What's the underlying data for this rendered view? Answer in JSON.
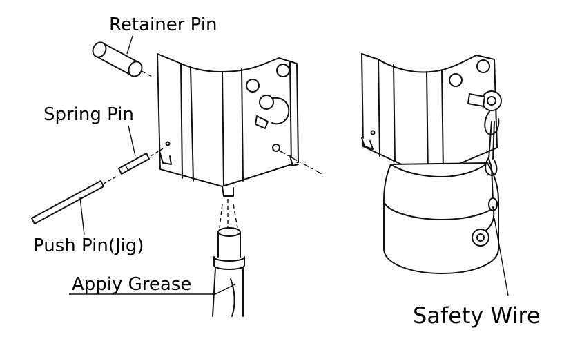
{
  "labels": {
    "retainer_pin": "Retainer Pin",
    "spring_pin": "Spring Pin",
    "push_pin": "Push Pin(Jig)",
    "apply_grease": "Appiy Grease",
    "safety_wire": "Safety Wire"
  },
  "colors": {
    "ink": "#111111",
    "background": "#ffffff"
  }
}
